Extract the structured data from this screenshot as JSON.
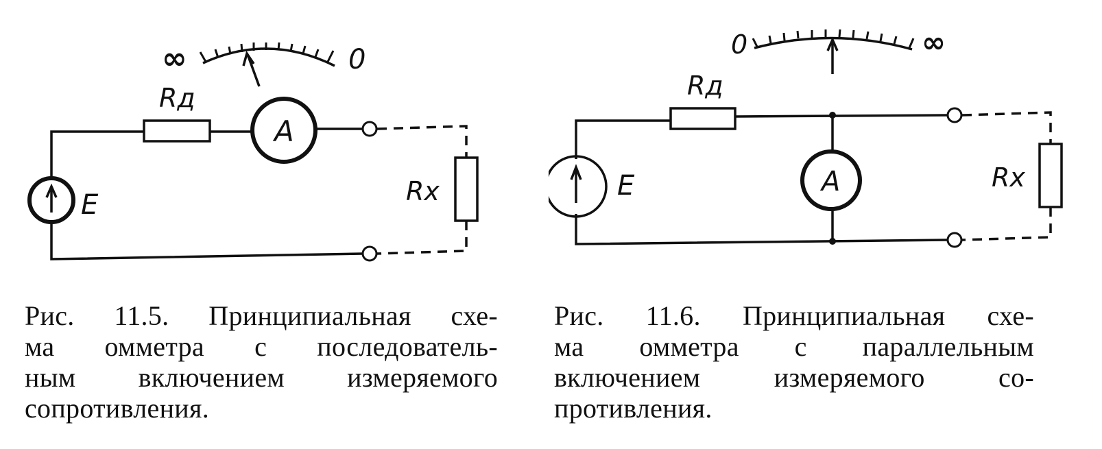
{
  "figures": [
    {
      "id": "fig-11-5",
      "labels": {
        "scale_left": "∞",
        "scale_right": "0",
        "resistor_d": "Rд",
        "ammeter": "A",
        "source": "E",
        "resistor_x": "Rx"
      },
      "caption_lines": [
        "Рис. 11.5. Принципиальная схе-",
        "ма омметра с последователь-",
        "ным включением измеряемого",
        "сопротивления."
      ]
    },
    {
      "id": "fig-11-6",
      "labels": {
        "scale_left": "0",
        "scale_right": "∞",
        "resistor_d": "Rд",
        "ammeter": "A",
        "source": "E",
        "resistor_x": "Rx"
      },
      "caption_lines": [
        "Рис. 11.6. Принципиальная схе-",
        "ма омметра с параллельным",
        "включением измеряемого со-",
        "противления."
      ]
    }
  ]
}
